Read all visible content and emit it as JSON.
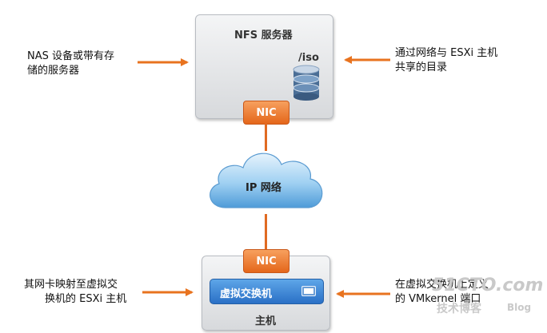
{
  "server": {
    "title": "NFS 服务器",
    "share": "/iso",
    "nic": "NIC"
  },
  "network": {
    "label": "IP 网络"
  },
  "host": {
    "nic": "NIC",
    "vswitch": "虚拟交换机",
    "title": "主机"
  },
  "notes": {
    "left_top": [
      "NAS 设备或带有存",
      "储的服务器"
    ],
    "right_top": [
      "通过网络与 ESXi 主机",
      "共享的目录"
    ],
    "left_bottom": [
      "其网卡映射至虚拟交",
      "换机的 ESXi 主机"
    ],
    "right_bottom": [
      "在虚拟交换机上定义",
      "的 VMkernel 端口"
    ]
  },
  "watermark": {
    "site": "51CTO.com",
    "sub": "技术博客",
    "blog": "Blog"
  },
  "colors": {
    "arrow": "#e8731f",
    "nic": "#e4661a",
    "vswitch": "#2a70c6",
    "cloud": "#6cb1e6"
  }
}
